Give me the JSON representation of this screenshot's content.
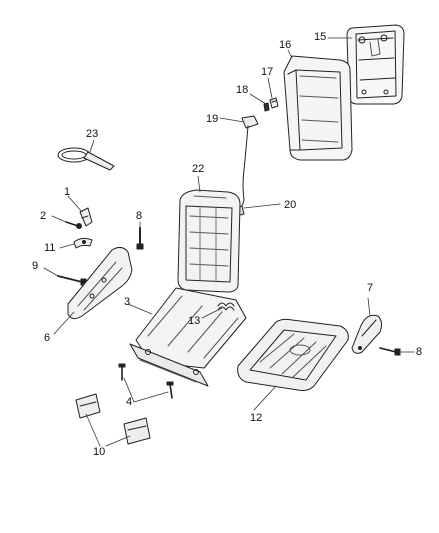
{
  "diagram": {
    "callouts": [
      {
        "id": "c1",
        "label": "1"
      },
      {
        "id": "c2",
        "label": "2"
      },
      {
        "id": "c3",
        "label": "3"
      },
      {
        "id": "c4",
        "label": "4"
      },
      {
        "id": "c6",
        "label": "6"
      },
      {
        "id": "c7",
        "label": "7"
      },
      {
        "id": "c8a",
        "label": "8"
      },
      {
        "id": "c8b",
        "label": "8"
      },
      {
        "id": "c9",
        "label": "9"
      },
      {
        "id": "c10",
        "label": "10"
      },
      {
        "id": "c11",
        "label": "11"
      },
      {
        "id": "c12",
        "label": "12"
      },
      {
        "id": "c13",
        "label": "13"
      },
      {
        "id": "c15",
        "label": "15"
      },
      {
        "id": "c16",
        "label": "16"
      },
      {
        "id": "c17",
        "label": "17"
      },
      {
        "id": "c18",
        "label": "18"
      },
      {
        "id": "c19",
        "label": "19"
      },
      {
        "id": "c20",
        "label": "20"
      },
      {
        "id": "c22",
        "label": "22"
      },
      {
        "id": "c23",
        "label": "23"
      }
    ]
  }
}
